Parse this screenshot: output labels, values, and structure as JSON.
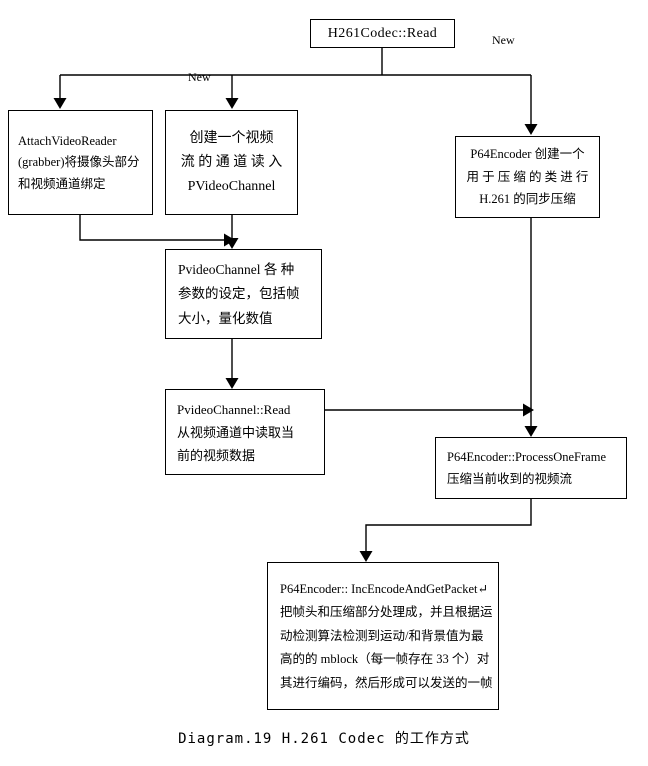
{
  "diagram": {
    "caption": "Diagram.19 H.261 Codec 的工作方式",
    "nodes": {
      "read": {
        "lines": [
          "H261Codec::Read"
        ]
      },
      "attach": {
        "lines": [
          "AttachVideoReader",
          "(grabber)将摄像头部分",
          "和视频通道绑定"
        ]
      },
      "create": {
        "lines": [
          "创建一个视频",
          "流 的 通 道 读 入",
          "PVideoChannel"
        ]
      },
      "p64create": {
        "lines": [
          "P64Encoder 创建一个",
          "用 于 压 缩 的 类 进 行",
          "H.261 的同步压缩"
        ]
      },
      "params": {
        "lines": [
          "PvideoChannel 各 种",
          "参数的设定，包括帧",
          "大小，量化数值"
        ]
      },
      "chread": {
        "lines": [
          "PvideoChannel::Read",
          "从视频通道中读取当",
          "前的视频数据"
        ]
      },
      "process": {
        "lines": [
          "P64Encoder::ProcessOneFrame",
          "压缩当前收到的视频流"
        ]
      },
      "inc": {
        "lines": [
          "P64Encoder:: IncEncodeAndGetPacket↵",
          "把帧头和压缩部分处理成，并且根据运",
          "动检测算法检测到运动/和背景值为最",
          "高的的 mblock（每一帧存在 33 个）对",
          "其进行编码，然后形成可以发送的一帧"
        ]
      }
    },
    "edge_labels": {
      "new_left": "New",
      "new_right": "New"
    },
    "colors": {
      "stroke": "#000000",
      "background": "#ffffff",
      "text": "#000000"
    }
  }
}
